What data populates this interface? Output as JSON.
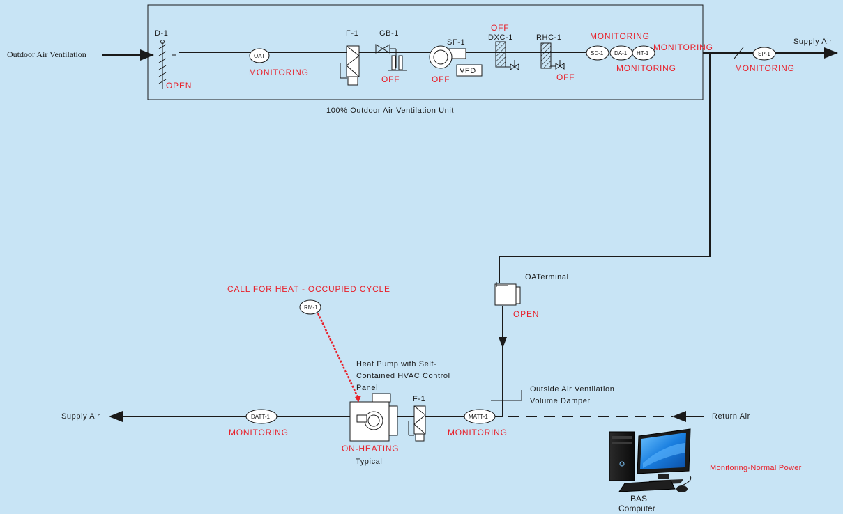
{
  "unit": {
    "title": "100% Outdoor Air Ventilation Unit",
    "inlet_label": "Outdoor Air Ventilation",
    "outlet_label": "Supply Air",
    "damper": {
      "tag": "D-1",
      "status": "OPEN"
    },
    "oat_sensor": {
      "tag": "OAT",
      "status": "MONITORING"
    },
    "filter": {
      "tag": "F-1"
    },
    "gas_burner": {
      "tag": "GB-1",
      "status": "OFF"
    },
    "supply_fan": {
      "tag": "SF-1",
      "status": "OFF",
      "drive": "VFD"
    },
    "dx_coil": {
      "tag": "DXC-1",
      "status": "OFF"
    },
    "reheat_coil": {
      "tag": "RHC-1",
      "status": "OFF"
    },
    "sd_sensor": {
      "tag": "SD-1"
    },
    "da_sensor": {
      "tag": "DA-1"
    },
    "ht_sensor": {
      "tag": "HT-1"
    },
    "sensor_status_top": "MONITORING",
    "sensor_status_mid": "MONITORING",
    "sensor_status_bottom": "MONITORING",
    "sp_sensor": {
      "tag": "SP-1",
      "status": "MONITORING"
    }
  },
  "terminal": {
    "tag": "OATerminal",
    "status": "OPEN"
  },
  "room": {
    "tag": "RM-1",
    "call": "CALL FOR HEAT - OCCUPIED CYCLE"
  },
  "heat_pump": {
    "label_line1": "Heat Pump with Self-",
    "label_line2": "Contained HVAC Control",
    "label_line3": "Panel",
    "status": "ON-HEATING",
    "note": "Typical",
    "filter_tag": "F-1",
    "datt": {
      "tag": "DATT-1",
      "status": "MONITORING"
    },
    "matt": {
      "tag": "MATT-1",
      "status": "MONITORING"
    },
    "supply_label": "Supply Air",
    "return_label": "Return Air",
    "damper_line1": "Outside Air Ventilation",
    "damper_line2": "Volume Damper"
  },
  "bas": {
    "line1": "BAS",
    "line2": "Computer",
    "power_note": "Monitoring-Normal Power"
  },
  "colors": {
    "background": "#c8e4f5",
    "status": "#e8202a",
    "line": "#1a1a1a",
    "monitor": "#2a8fd8"
  }
}
